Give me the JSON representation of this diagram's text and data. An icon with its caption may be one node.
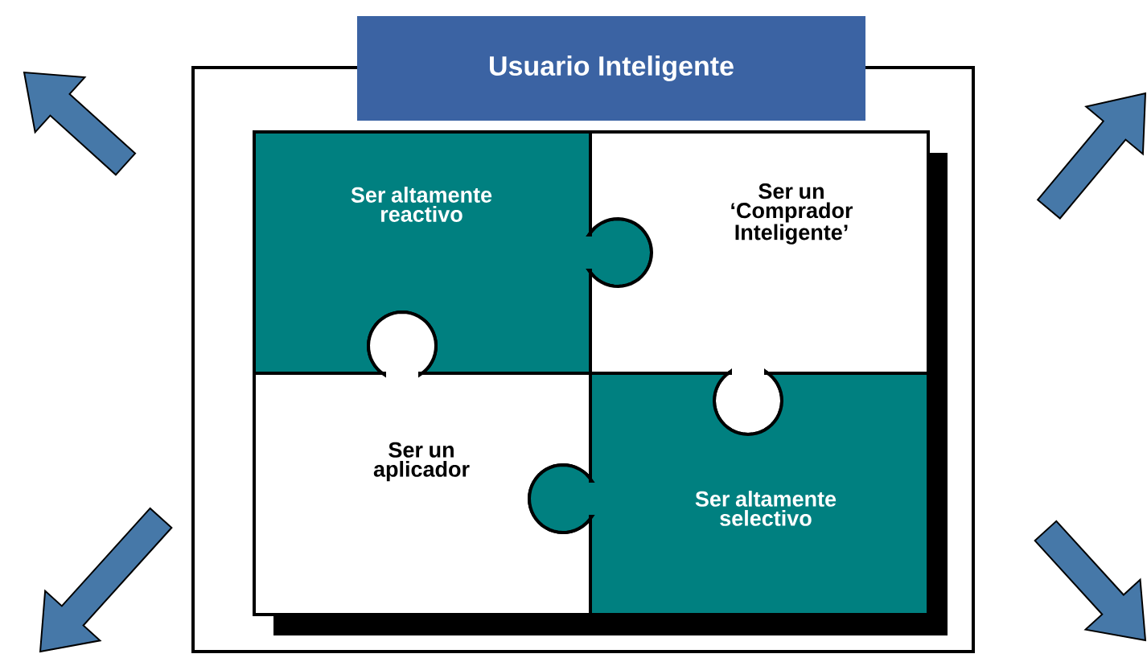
{
  "diagram": {
    "nodes": [
      {
        "text": [],
        "shape": "box"
      },
      {
        "text": [
          "Usuario Inteligente"
        ]
      },
      {
        "text": [
          "Ser altamente reactivo"
        ],
        "in": 0
      },
      {
        "text": [
          "Ser un ‘Comprador Inteligente’"
        ],
        "in": 0
      },
      {
        "text": [
          "Ser un aplicador"
        ],
        "in": 0
      },
      {
        "text": [
          "Ser altamente selectivo"
        ],
        "in": 0
      }
    ],
    "edges": []
  }
}
